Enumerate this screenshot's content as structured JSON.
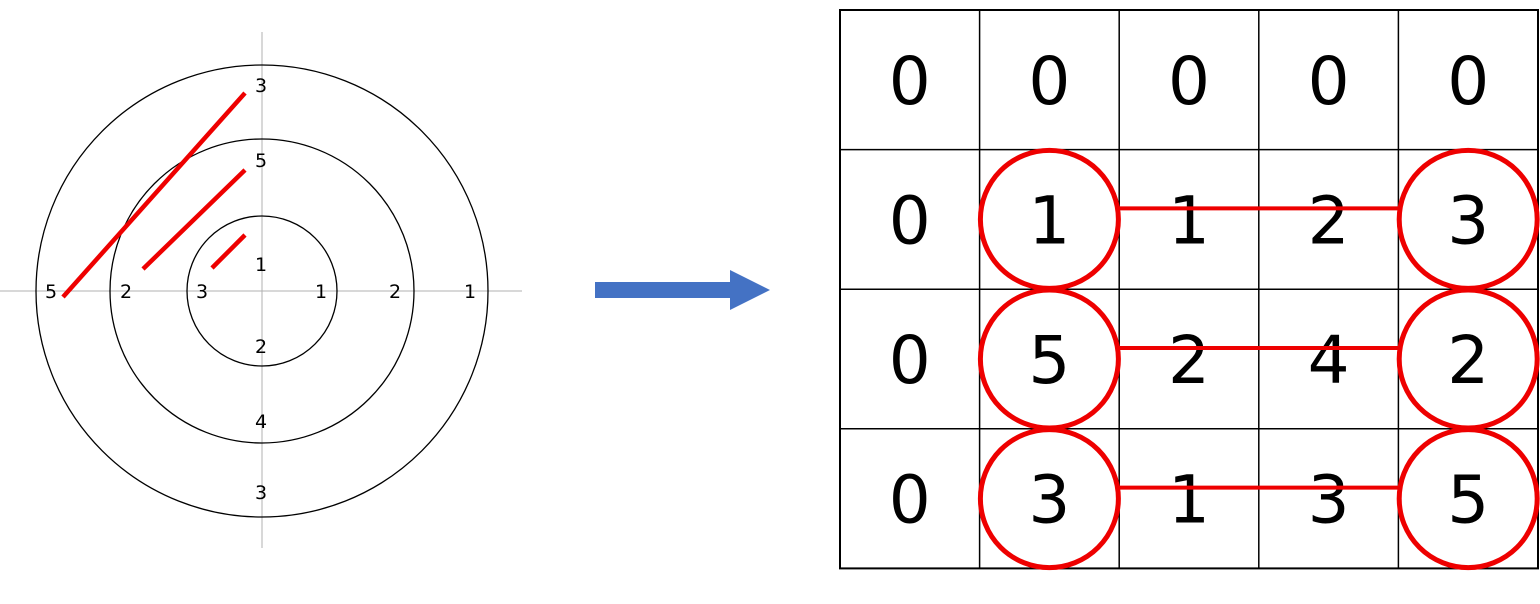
{
  "colors": {
    "highlight": "#ee0000",
    "arrow": "#4472c4",
    "ink": "#000000"
  },
  "rings": {
    "inner": {
      "top": "1",
      "left": "3",
      "right": "1",
      "bottom": "2"
    },
    "middle": {
      "top": "5",
      "left": "2",
      "right": "2",
      "bottom": "4"
    },
    "outer": {
      "top": "3",
      "left": "5",
      "right": "1",
      "bottom": "3"
    }
  },
  "grid": {
    "rows": [
      [
        "0",
        "0",
        "0",
        "0",
        "0"
      ],
      [
        "0",
        "1",
        "1",
        "2",
        "3"
      ],
      [
        "0",
        "5",
        "2",
        "4",
        "2"
      ],
      [
        "0",
        "3",
        "1",
        "3",
        "5"
      ]
    ],
    "circled": [
      [
        1,
        1
      ],
      [
        1,
        4
      ],
      [
        2,
        1
      ],
      [
        2,
        4
      ],
      [
        3,
        1
      ],
      [
        3,
        4
      ]
    ],
    "connected_rows": [
      1,
      2,
      3
    ]
  }
}
